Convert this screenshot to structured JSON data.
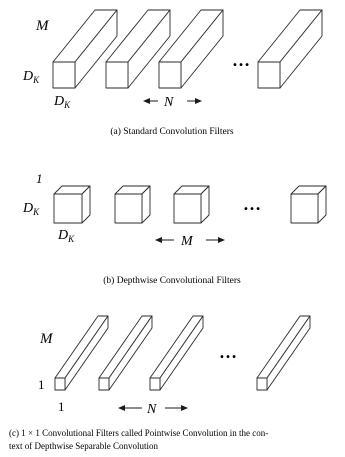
{
  "panel_a": {
    "label_depth": "M",
    "label_height": "D",
    "label_height_sub": "K",
    "label_width": "D",
    "label_width_sub": "K",
    "label_count": "N",
    "ellipsis": "…",
    "caption": "(a) Standard Convolution Filters"
  },
  "panel_b": {
    "label_depth": "1",
    "label_height": "D",
    "label_height_sub": "K",
    "label_width": "D",
    "label_width_sub": "K",
    "label_count": "M",
    "ellipsis": "…",
    "caption": "(b) Depthwise Convolutional Filters"
  },
  "panel_c": {
    "label_depth": "M",
    "label_height": "1",
    "label_width": "1",
    "label_count": "N",
    "ellipsis": "…",
    "caption_line1": "(c) 1 × 1 Convolutional Filters called Pointwise Convolution in the con-",
    "caption_line2": "text of Depthwise Separable Convolution"
  }
}
